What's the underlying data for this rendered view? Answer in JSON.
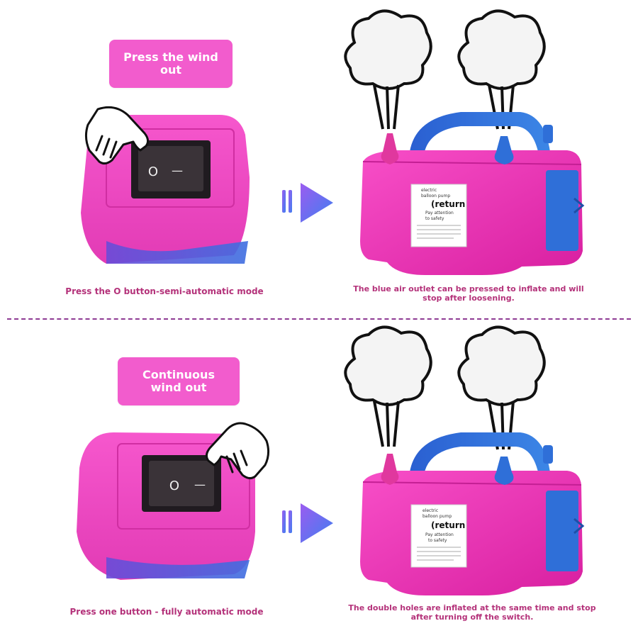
{
  "top": {
    "mode_badge": "Press the wind out",
    "switch_caption": "Press the O button-semi-automatic mode",
    "pump_caption": "The blue air outlet can be pressed to inflate and will stop after loosening.",
    "pump_label": {
      "line1": "electric",
      "line2": "balloon pump",
      "return": "(return",
      "note1": "Pay attention",
      "note2": "to safety"
    },
    "switch_symbols": {
      "off": "O",
      "on": "—"
    }
  },
  "bottom": {
    "mode_badge": "Continuous wind out",
    "switch_caption": "Press one button - fully automatic mode",
    "pump_caption": "The double holes are inflated at the same time and stop after turning off the switch.",
    "pump_label": {
      "line1": "electric",
      "line2": "balloon pump",
      "return": "(return",
      "note1": "Pay attention",
      "note2": "to safety"
    },
    "switch_symbols": {
      "off": "O",
      "on": "—"
    }
  },
  "colors": {
    "magenta": "#f03fbf",
    "magenta_dark": "#c41f94",
    "blue": "#2f6fd8",
    "arrow": "#7b5cf0",
    "caption": "#b4327a",
    "divider": "#8e3a93"
  },
  "icons": [
    "hand-pointer-icon",
    "play-arrow-icon",
    "steam-cloud-icon"
  ]
}
